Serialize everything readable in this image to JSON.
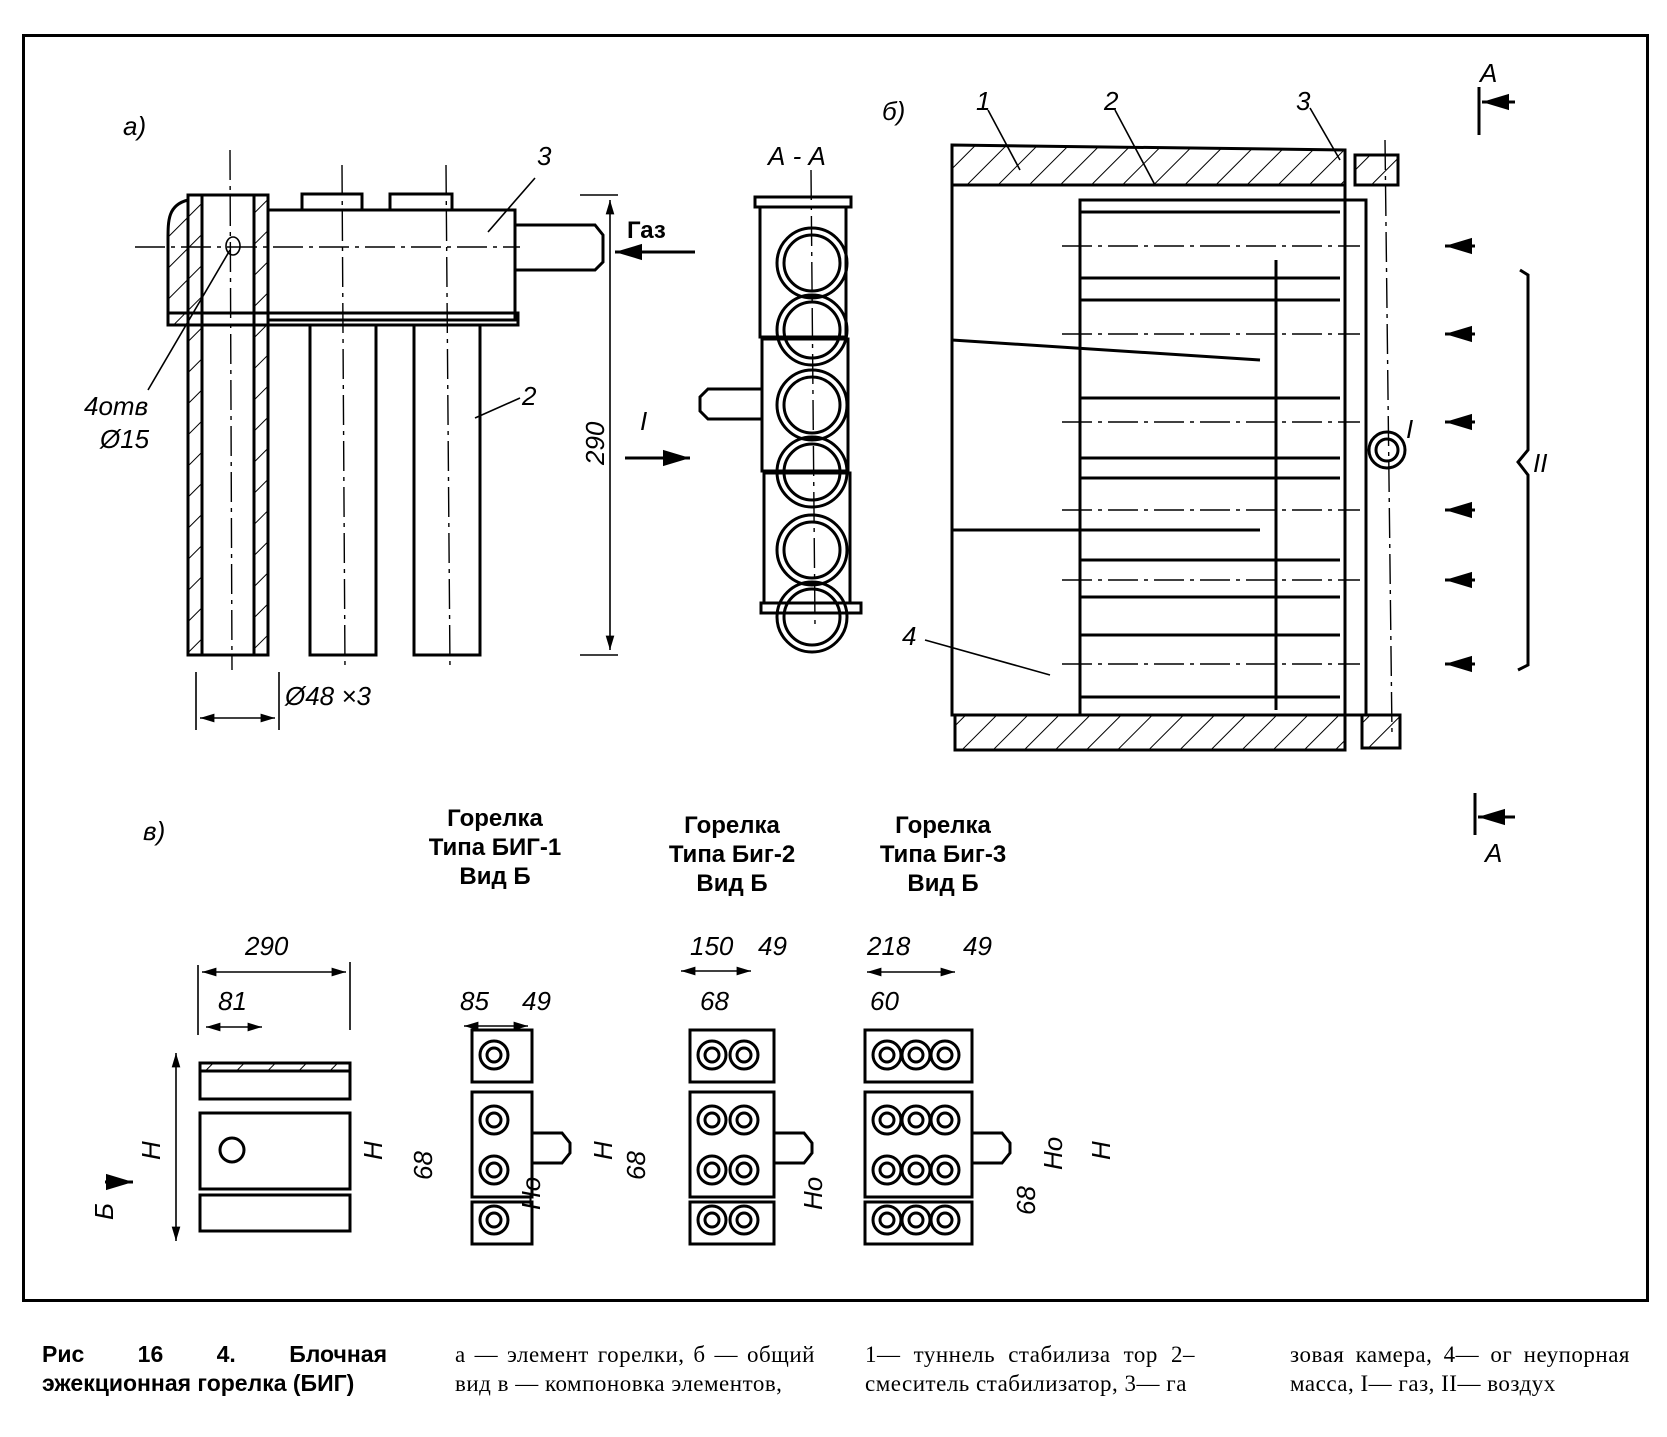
{
  "figure": {
    "panel_labels": {
      "a": "а)",
      "b": "б)",
      "v": "в)"
    },
    "panel_a": {
      "callout_3": "3",
      "callout_2": "2",
      "gas_label": "Газ",
      "holes_label_line1": "4отв",
      "holes_label_line2": "Ø15",
      "dim_height": "290",
      "dim_pipe": "Ø48 ×3",
      "inlet_label": "I"
    },
    "section_aa": {
      "title": "А - А",
      "openings": 6
    },
    "panel_b": {
      "callout_1": "1",
      "callout_2": "2",
      "callout_3": "3",
      "callout_4": "4",
      "inlet_label": "I",
      "air_label": "II",
      "section_mark_top": "А",
      "section_mark_bottom": "А"
    },
    "panel_v": {
      "side_view": {
        "dim_total": "290",
        "dim_inner": "81",
        "dim_height": "H",
        "view_arrow": "Б"
      },
      "big1": {
        "title_line1": "Горелка",
        "title_line2": "Типа БИГ-1",
        "title_line3": "Вид Б",
        "dim_width": "85",
        "dim_offset": "49",
        "dim_pitch": "68",
        "dim_H": "H",
        "dim_H0": "Hо",
        "columns": 1
      },
      "big2": {
        "title_line1": "Горелка",
        "title_line2": "Типа Биг-2",
        "title_line3": "Вид   Б",
        "dim_width": "150",
        "dim_offset": "49",
        "dim_col_pitch": "68",
        "dim_pitch": "68",
        "dim_H": "H",
        "dim_H0": "Hо",
        "columns": 2
      },
      "big3": {
        "title_line1": "Горелка",
        "title_line2": "Типа     Биг-3",
        "title_line3": "Вид Б",
        "dim_width": "218",
        "dim_offset": "49",
        "dim_col_pitch": "60",
        "dim_pitch": "68",
        "dim_H": "H",
        "dim_H0": "Hо",
        "columns": 3
      }
    }
  },
  "caption": {
    "title": "Рис   16 4.   Блочная эжекционная   горелка (БИГ)",
    "col1": "а — элемент горелки, б — общий вид в — компоновка элементов,",
    "col2": "1— туннель стабилиза тор 2– смеситель стабилизатор, 3— га",
    "col3": "зовая камера, 4— ог неупорная масса, I— газ, II— воздух"
  }
}
